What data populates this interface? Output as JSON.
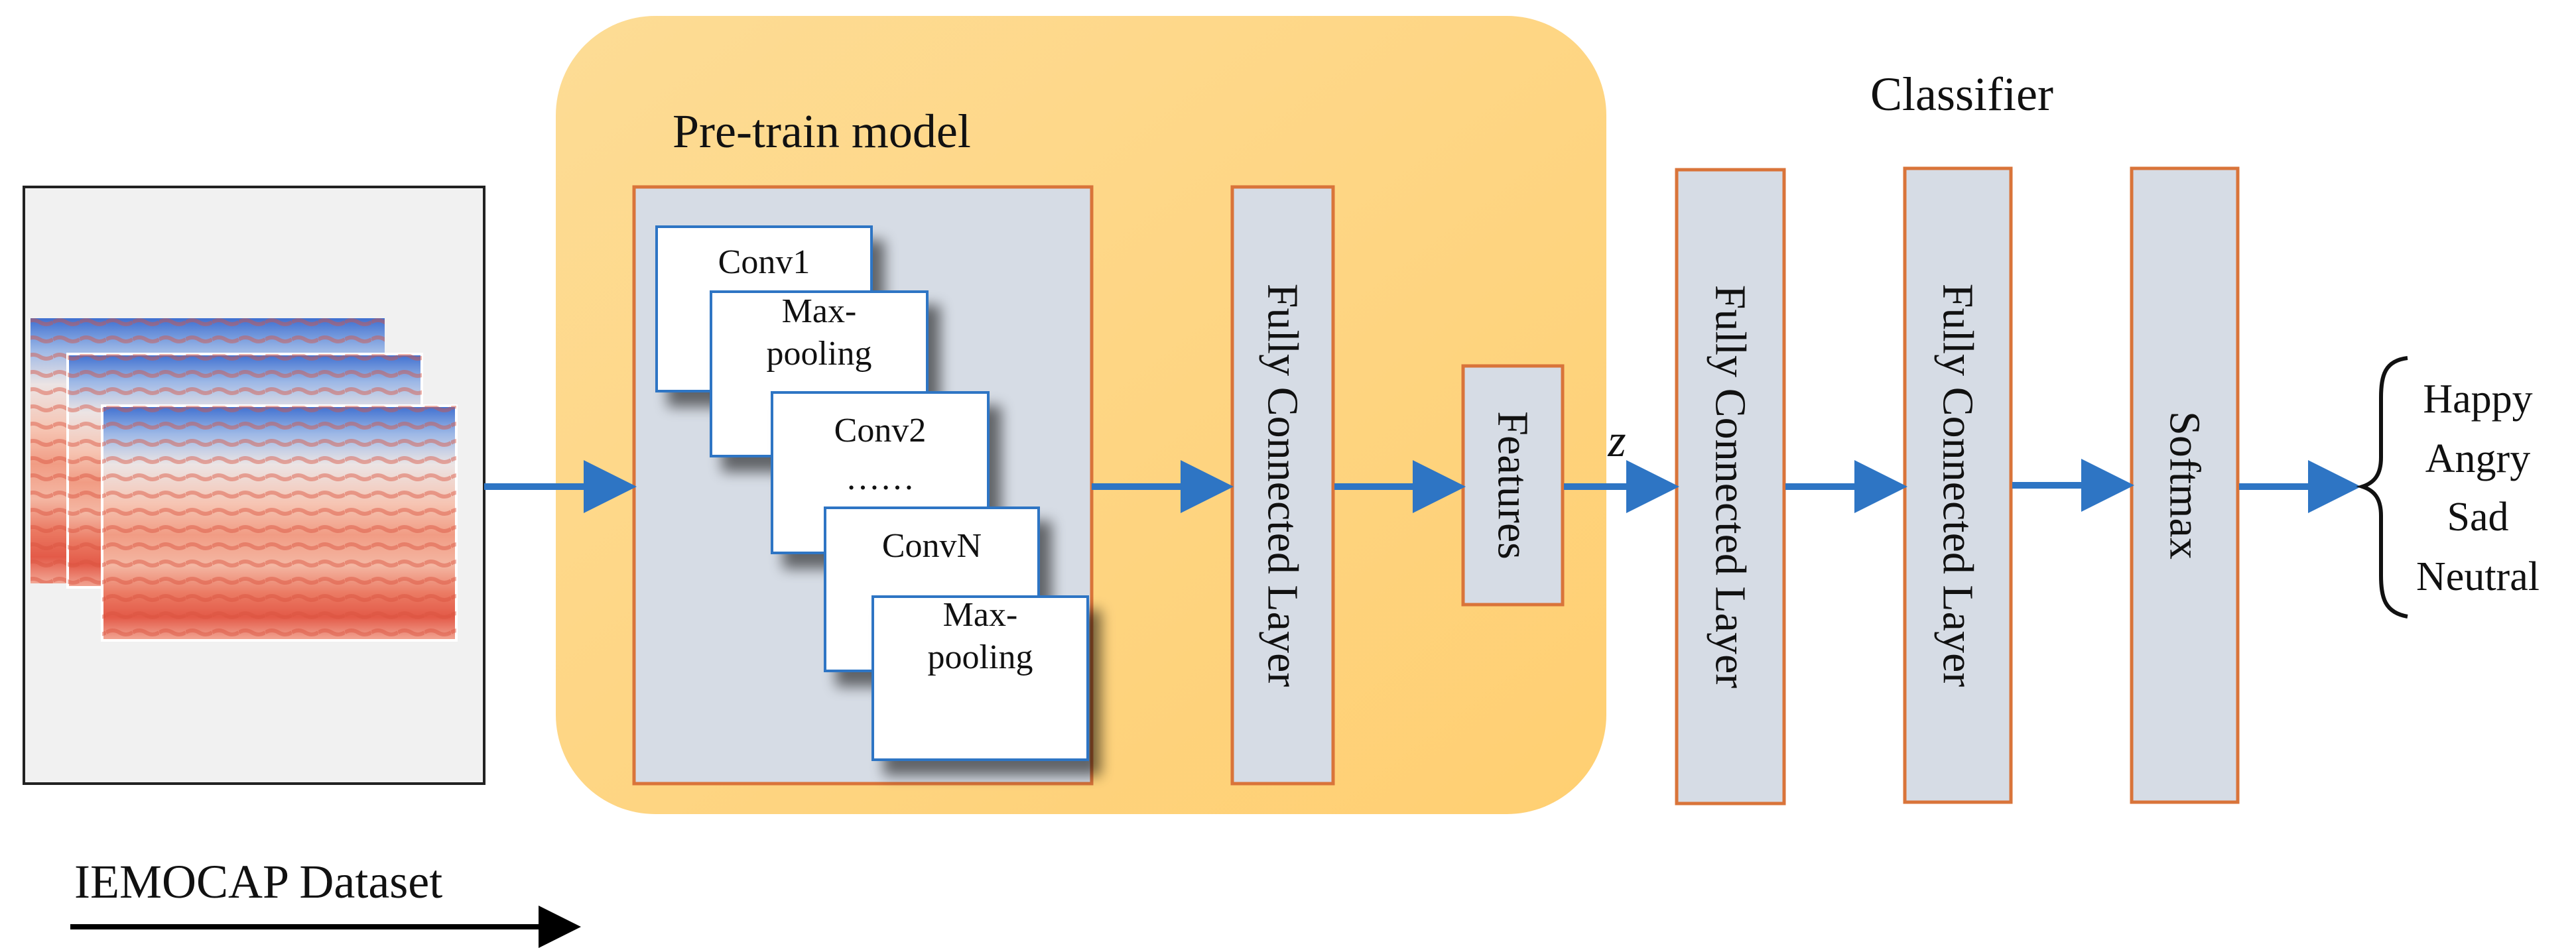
{
  "pretrain": {
    "title": "Pre-train model"
  },
  "classifier": {
    "title": "Classifier"
  },
  "cnn_stack": {
    "conv1": "Conv1",
    "maxpool1_l1": "Max-",
    "maxpool1_l2": "pooling",
    "conv2": "Conv2",
    "dots": "……",
    "convn": "ConvN",
    "maxpool2_l1": "Max-",
    "maxpool2_l2": "pooling"
  },
  "layers": {
    "fc_pretrain": "Fully Connected Layer",
    "features": "Features",
    "z_label": "z",
    "fc1": "Fully Connected Layer",
    "fc2": "Fully Connected Layer",
    "softmax": "Softmax"
  },
  "outputs": [
    "Happy",
    "Angry",
    "Sad",
    "Neutral"
  ],
  "dataset": {
    "label": "IEMOCAP Dataset"
  },
  "colors": {
    "panel_orange": "#FDD98A",
    "layer_box_fill": "#D6DCE5",
    "layer_box_border": "#D9743A",
    "arrow_blue": "#2E75C4",
    "conv_box_border": "#2E75C4"
  }
}
